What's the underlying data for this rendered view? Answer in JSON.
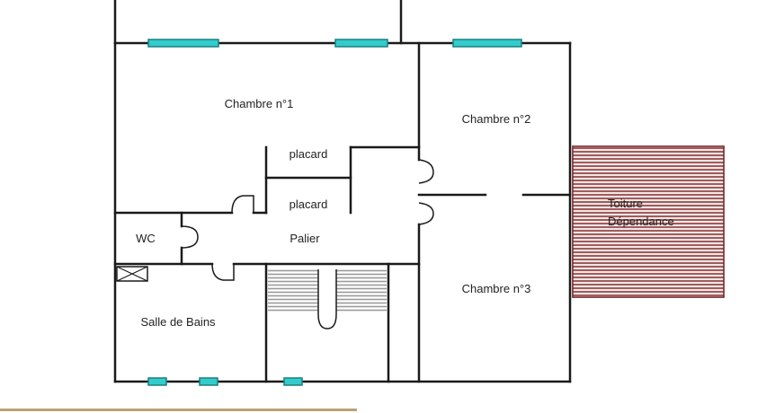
{
  "rooms": {
    "chambre1": "Chambre n°1",
    "chambre2": "Chambre n°2",
    "chambre3": "Chambre n°3",
    "placard1": "placard",
    "placard2": "placard",
    "palier": "Palier",
    "wc": "WC",
    "salle_de_bains": "Salle de Bains",
    "toiture_line1": "Toiture",
    "toiture_line2": "Dépendance"
  },
  "colors": {
    "window": "#33cccc",
    "roof_stripe": "#8c3a3a",
    "walls": "#1a1a1a",
    "bottom_rule": "#b8a27a"
  }
}
